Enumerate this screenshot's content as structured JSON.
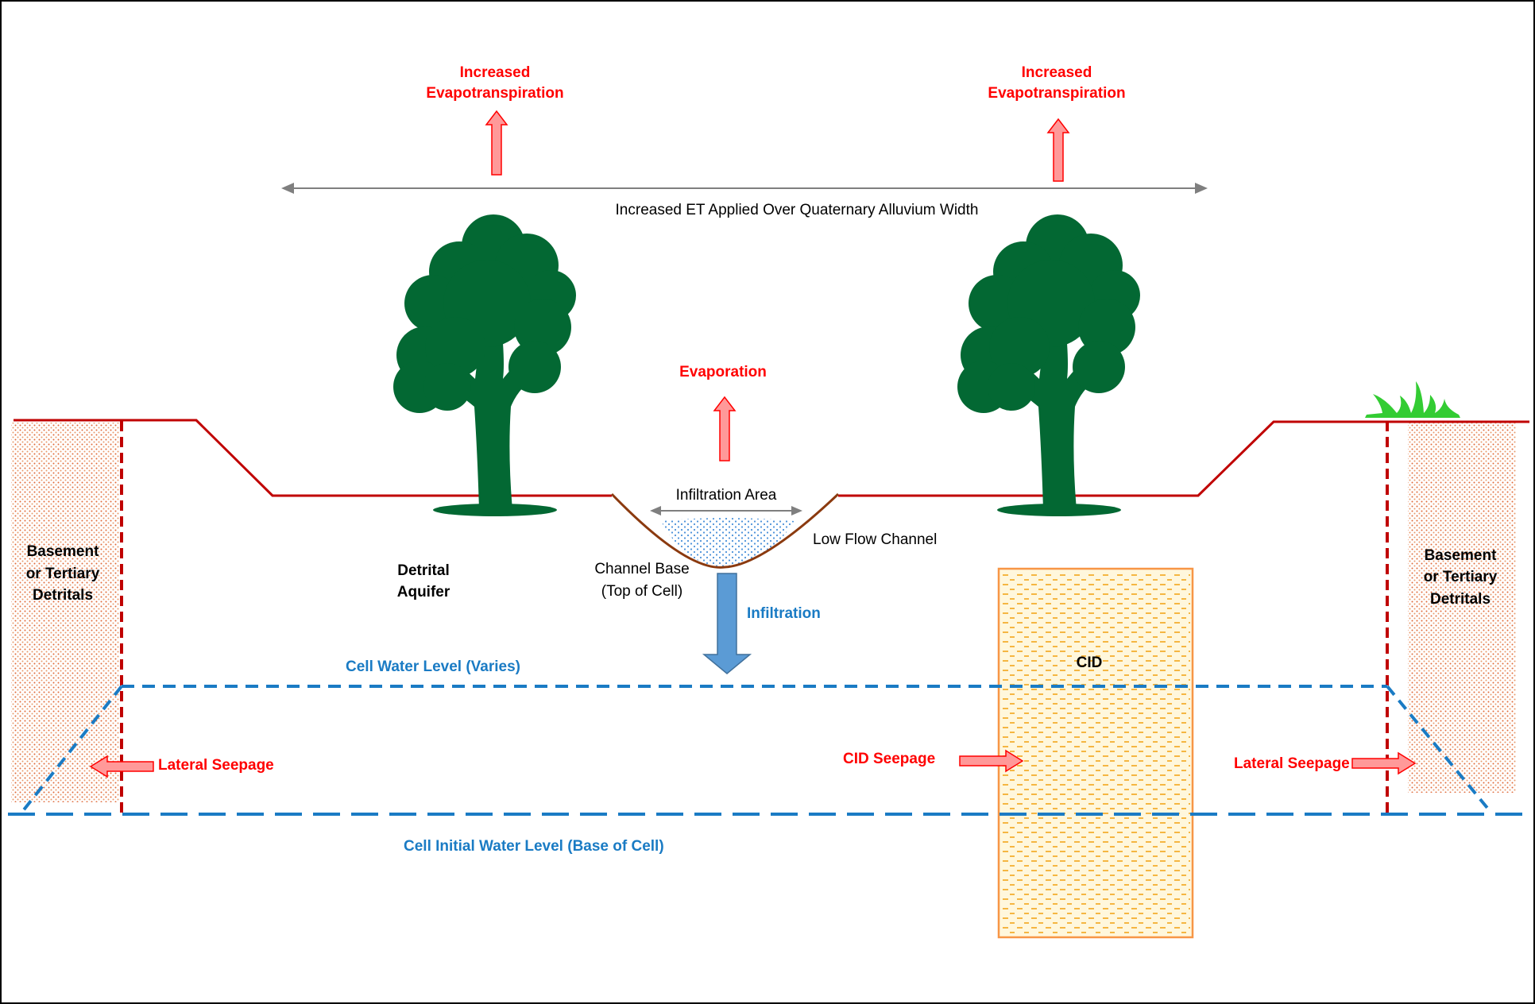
{
  "labels": {
    "et_left_line1": "Increased",
    "et_left_line2": "Evapotranspiration",
    "et_right_line1": "Increased",
    "et_right_line2": "Evapotranspiration",
    "et_width": "Increased ET Applied Over Quaternary Alluvium Width",
    "evaporation": "Evaporation",
    "infiltration_area": "Infiltration Area",
    "low_flow_channel": "Low Flow Channel",
    "channel_base_line1": "Channel Base",
    "channel_base_line2": "(Top of Cell)",
    "detrital_line1": "Detrital",
    "detrital_line2": "Aquifer",
    "basement_left_line1": "Basement",
    "basement_left_line2": "or Tertiary",
    "basement_left_line3": "Detritals",
    "basement_right_line1": "Basement",
    "basement_right_line2": "or Tertiary",
    "basement_right_line3": "Detritals",
    "infiltration": "Infiltration",
    "cell_water_level": "Cell Water Level (Varies)",
    "cid": "CID",
    "cid_seepage": "CID Seepage",
    "lateral_seepage_left": "Lateral Seepage",
    "lateral_seepage_right": "Lateral Seepage",
    "cell_initial_water_level": "Cell Initial Water Level (Base of Cell)"
  },
  "colors": {
    "ground_line": "#c00000",
    "water_level": "#1a7bc4",
    "process_label": "#ff0000",
    "tree": "#036833",
    "cid_fill": "#fff7dc",
    "cid_border": "#f79646",
    "basement_dots": "#e06b3a",
    "grass": "#33cc33",
    "channel": "#8b3a0f",
    "arrow_fill": "#ff9999",
    "infiltration_arrow": "#5b9bd5"
  },
  "icons": [
    "tree-icon",
    "grass-icon"
  ]
}
